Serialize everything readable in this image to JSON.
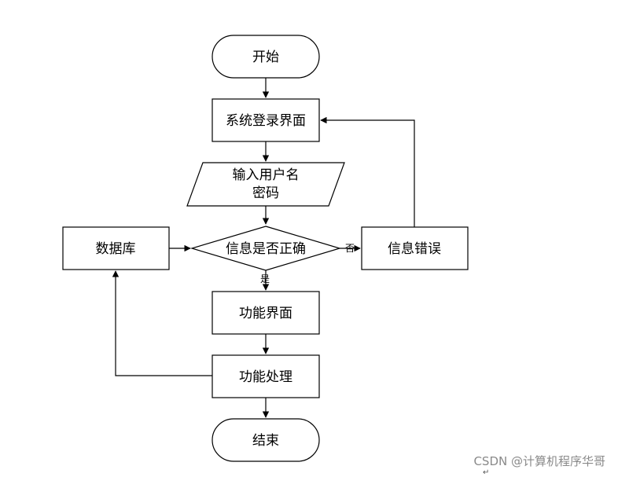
{
  "diagram": {
    "nodes": {
      "start": "开始",
      "login_screen": "系统登录界面",
      "input_line1": "输入用户名",
      "input_line2": "密码",
      "decision": "信息是否正确",
      "database": "数据库",
      "error": "信息错误",
      "function_screen": "功能界面",
      "function_process": "功能处理",
      "end": "结束"
    },
    "edge_labels": {
      "no": "否",
      "yes": "是"
    }
  },
  "watermark": "CSDN @计算机程序华哥",
  "pilcrow": "↵"
}
